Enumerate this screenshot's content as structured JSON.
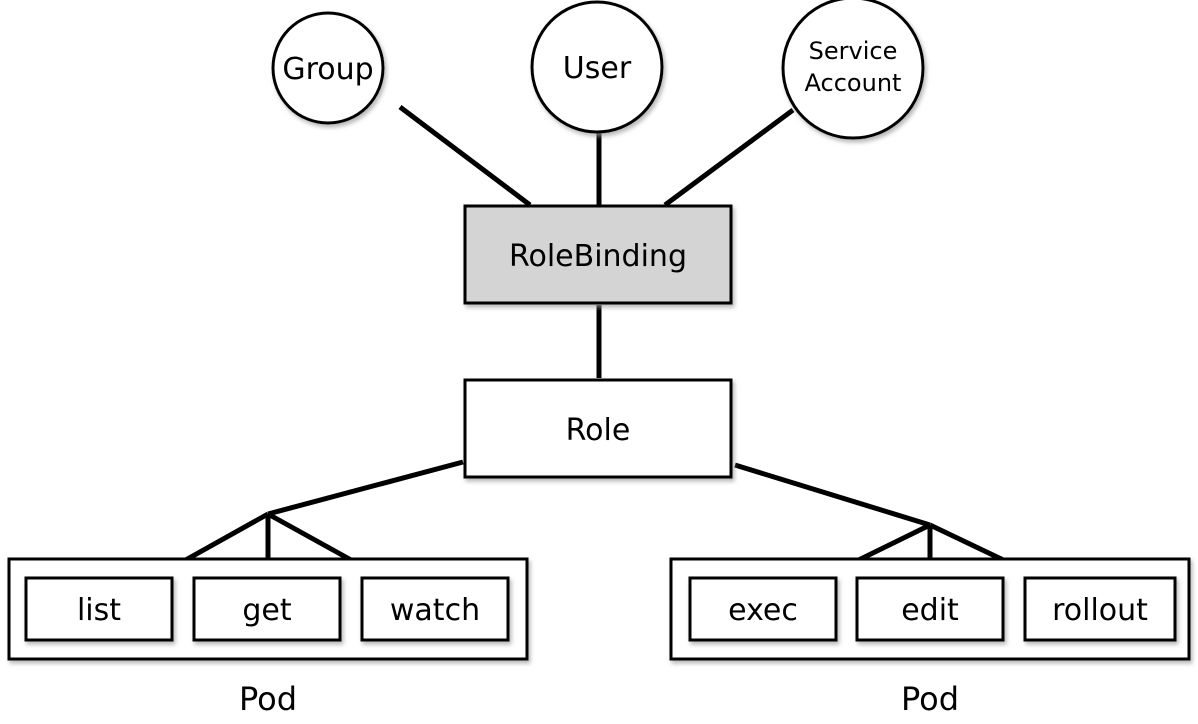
{
  "colors": {
    "stroke": "#000000",
    "background": "#ffffff",
    "rolebinding_fill": "#d4d4d4",
    "shadow": "#9a9a9a"
  },
  "subjects": {
    "group": "Group",
    "user": "User",
    "service_account": [
      "Service",
      "Account"
    ]
  },
  "rolebinding": "RoleBinding",
  "role": "Role",
  "resource_groups": [
    {
      "label": "Pod",
      "verbs": [
        "list",
        "get",
        "watch"
      ]
    },
    {
      "label": "Pod",
      "verbs": [
        "exec",
        "edit",
        "rollout"
      ]
    }
  ]
}
